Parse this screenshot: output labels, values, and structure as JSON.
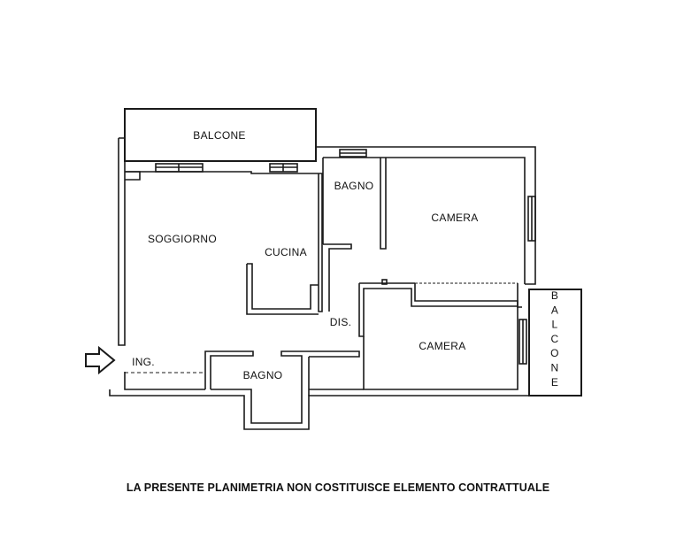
{
  "rooms": {
    "balcone_top": "BALCONE",
    "bagno_top": "BAGNO",
    "camera_top": "CAMERA",
    "soggiorno": "SOGGIORNO",
    "cucina": "CUCINA",
    "dis": "DIS.",
    "camera_bottom": "CAMERA",
    "ing": "ING.",
    "bagno_bottom": "BAGNO",
    "balcone_side": [
      "B",
      "A",
      "L",
      "C",
      "O",
      "N",
      "E"
    ]
  },
  "disclaimer": "LA PRESENTE PLANIMETRIA NON COSTITUISCE ELEMENTO CONTRATTUALE",
  "icons": {
    "entrance": "entrance-arrow-icon"
  },
  "colors": {
    "wall": "#1a1a1a",
    "background": "#ffffff"
  }
}
